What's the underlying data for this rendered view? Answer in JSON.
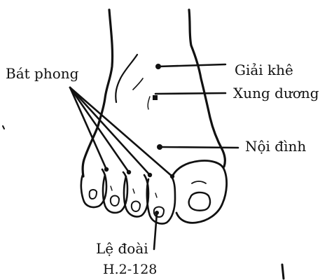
{
  "figure": {
    "caption": "H.2-128",
    "ink_color": "#111111",
    "background": "#ffffff"
  },
  "acupoints": {
    "bat_phong": "Bát phong",
    "giai_khe": "Giải khê",
    "xung_duong": "Xung dương",
    "noi_dinh": "Nội đình",
    "le_doai": "Lệ đoài"
  }
}
